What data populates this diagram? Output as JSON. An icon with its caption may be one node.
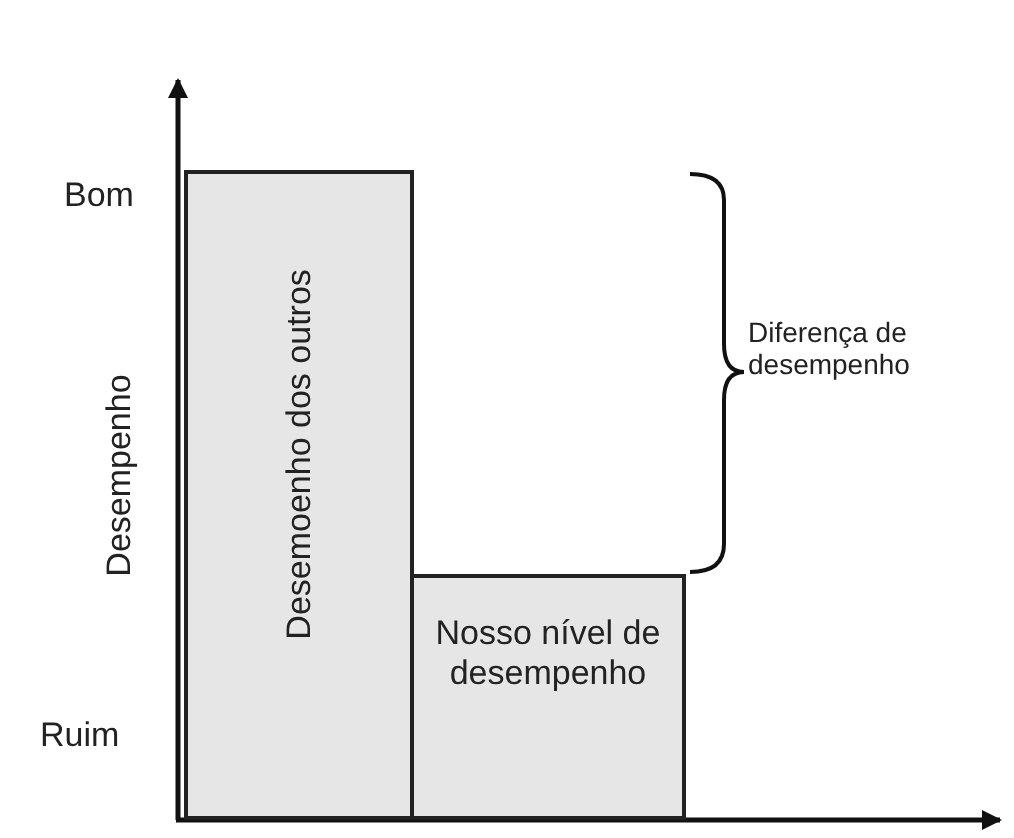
{
  "diagram": {
    "nodes": [
      {
        "text": [
          "Desemoenho dos outros"
        ]
      },
      {
        "text": [
          "Nosso nível de desempenho"
        ]
      }
    ],
    "labels": [
      "Bom",
      "Desempenho",
      "Ruim",
      "Diferença de desempenho"
    ]
  }
}
